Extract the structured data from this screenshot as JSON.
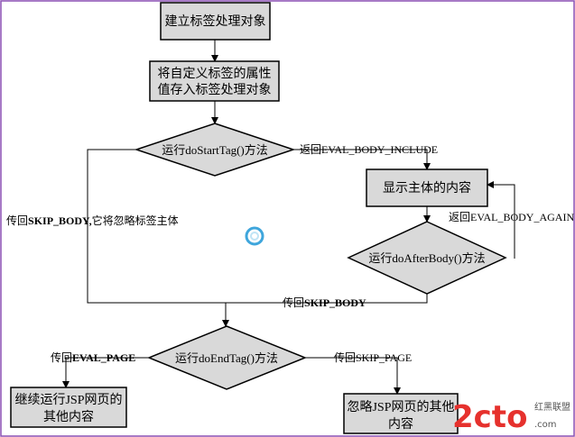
{
  "colors": {
    "frame": "#8a4fb3",
    "box_fill": "#d9d9d9",
    "stroke": "#000000",
    "spinner": "#3fa6dc",
    "logo_red": "#e6312d",
    "logo_gray": "#555555"
  },
  "nodes": {
    "create": "建立标签处理对象",
    "set_attr_line1": "将自定义标签的属性",
    "set_attr_line2": "值存入标签处理对象",
    "do_start": "运行doStartTag()方法",
    "show_body": "显示主体的内容",
    "do_after": "运行doAfterBody()方法",
    "do_end": "运行doEndTag()方法",
    "continue_line1": "继续运行JSP网页的",
    "continue_line2": "其他内容",
    "ignore_line1": "忽略JSP网页的其他",
    "ignore_line2": "内容"
  },
  "edges": {
    "eval_body_include": "返回EVAL_BODY_INCLUDE",
    "eval_body_again": "返回EVAL_BODY_AGAIN",
    "skip_body_left_prefix": "传回",
    "skip_body_left_bold": "SKIP_BODY,",
    "skip_body_left_suffix": "它将忽略标签主体",
    "skip_body_prefix": "传回",
    "skip_body_bold": "SKIP_BODY",
    "eval_page_prefix": "传回",
    "eval_page_bold": "EVAL_PAGE",
    "skip_page": "传回SKIP_PAGE"
  },
  "watermark": {
    "brand": "2cto",
    "suffix": ".com",
    "tagline": "红黑联盟"
  }
}
